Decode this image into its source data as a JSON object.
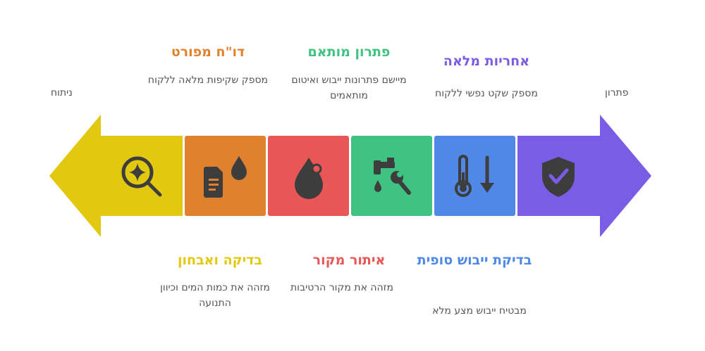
{
  "ends": {
    "left": "ניתוח",
    "right": "פתרון"
  },
  "steps_top": [
    {
      "title": "דו\"ח מפורט",
      "desc": "מספק שקיפות מלאה ללקוח",
      "color": "#e0812d",
      "icon": "document-drop-icon"
    },
    {
      "title": "פתרון מותאם",
      "desc": "מיישם פתרונות ייבוש ואיטום מותאמים",
      "color": "#3fc282",
      "icon": "faucet-wrench-icon"
    },
    {
      "title": "אחריות מלאה",
      "desc": "מספק שקט נפשי ללקוח",
      "color": "#7a5ce6",
      "icon": "shield-check-icon"
    }
  ],
  "steps_bottom": [
    {
      "title": "בדיקה ואבחון",
      "desc": "מזהה את כמות המים וכיוון התנועה",
      "color": "#e2c80f",
      "icon": "magnify-sparkle-icon"
    },
    {
      "title": "איתור מקור",
      "desc": "מזהה את מקור הרטיבות",
      "color": "#e85656",
      "icon": "water-drop-icon"
    },
    {
      "title": "בדיקת ייבוש סופית",
      "desc": "מבטיח ייבוש מצע מלא",
      "color": "#4f88e6",
      "icon": "thermometer-down-icon"
    }
  ]
}
